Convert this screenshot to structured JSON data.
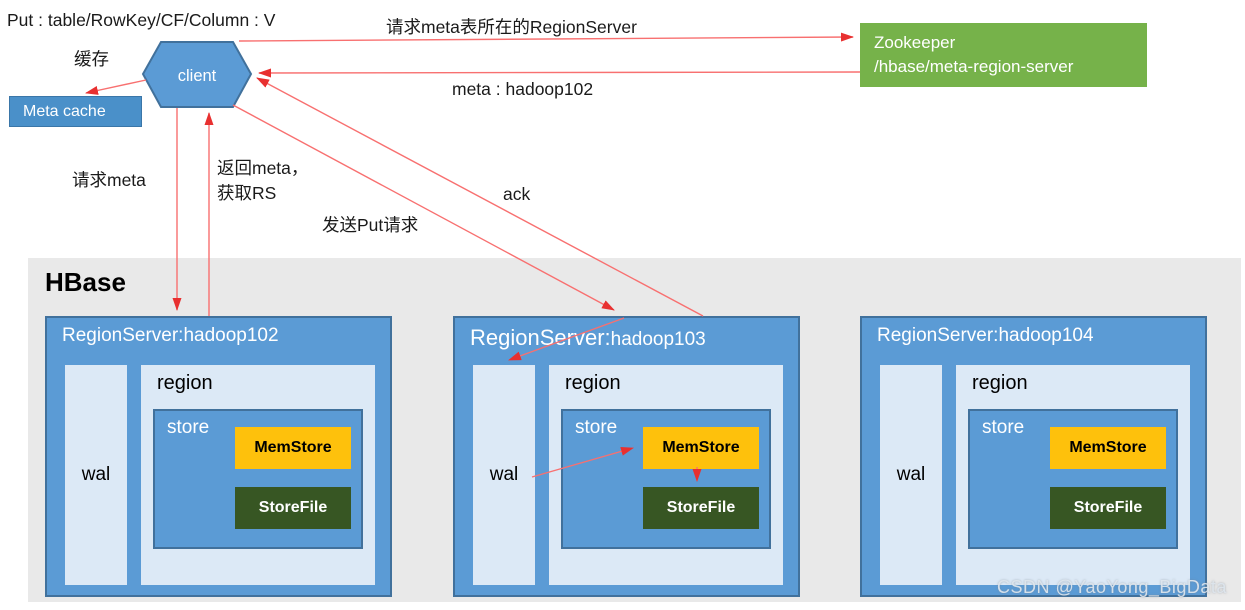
{
  "put_note": "Put : table/RowKey/CF/Column : V",
  "client": {
    "label": "client"
  },
  "meta_cache": {
    "label": "Meta cache"
  },
  "zookeeper": {
    "line1": "Zookeeper",
    "line2": "/hbase/meta-region-server"
  },
  "flow_labels": {
    "cache": "缓存",
    "request_meta_rs": "请求meta表所在的RegionServer",
    "meta_result": "meta : hadoop102",
    "request_meta": "请求meta",
    "return_meta_line1": "返回meta，",
    "return_meta_line2": "获取RS",
    "send_put": "发送Put请求",
    "ack": "ack"
  },
  "hbase": {
    "title": "HBase",
    "region_servers": [
      {
        "title_prefix": "RegionServer:",
        "title_host": "hadoop102",
        "wal_label": "wal",
        "region_label": "region",
        "store_label": "store",
        "memstore_label": "MemStore",
        "storefile_label": "StoreFile"
      },
      {
        "title_prefix": "RegionServer:",
        "title_host": "hadoop103",
        "wal_label": "wal",
        "region_label": "region",
        "store_label": "store",
        "memstore_label": "MemStore",
        "storefile_label": "StoreFile"
      },
      {
        "title_prefix": "RegionServer:",
        "title_host": "hadoop104",
        "wal_label": "wal",
        "region_label": "region",
        "store_label": "store",
        "memstore_label": "MemStore",
        "storefile_label": "StoreFile"
      }
    ]
  },
  "watermark": "CSDN @YaoYong_BigData",
  "colors": {
    "arrow_red": "#e83030",
    "line_red": "#f87070",
    "server_blue": "#5b9bd5",
    "server_border": "#41719c",
    "panel_light": "#dce9f6",
    "memstore_gold": "#fec10c",
    "storefile_green": "#375623",
    "zookeeper_green": "#76b24a",
    "hbase_gray": "#e9e9e9",
    "meta_cache_blue": "#4a90c9"
  }
}
